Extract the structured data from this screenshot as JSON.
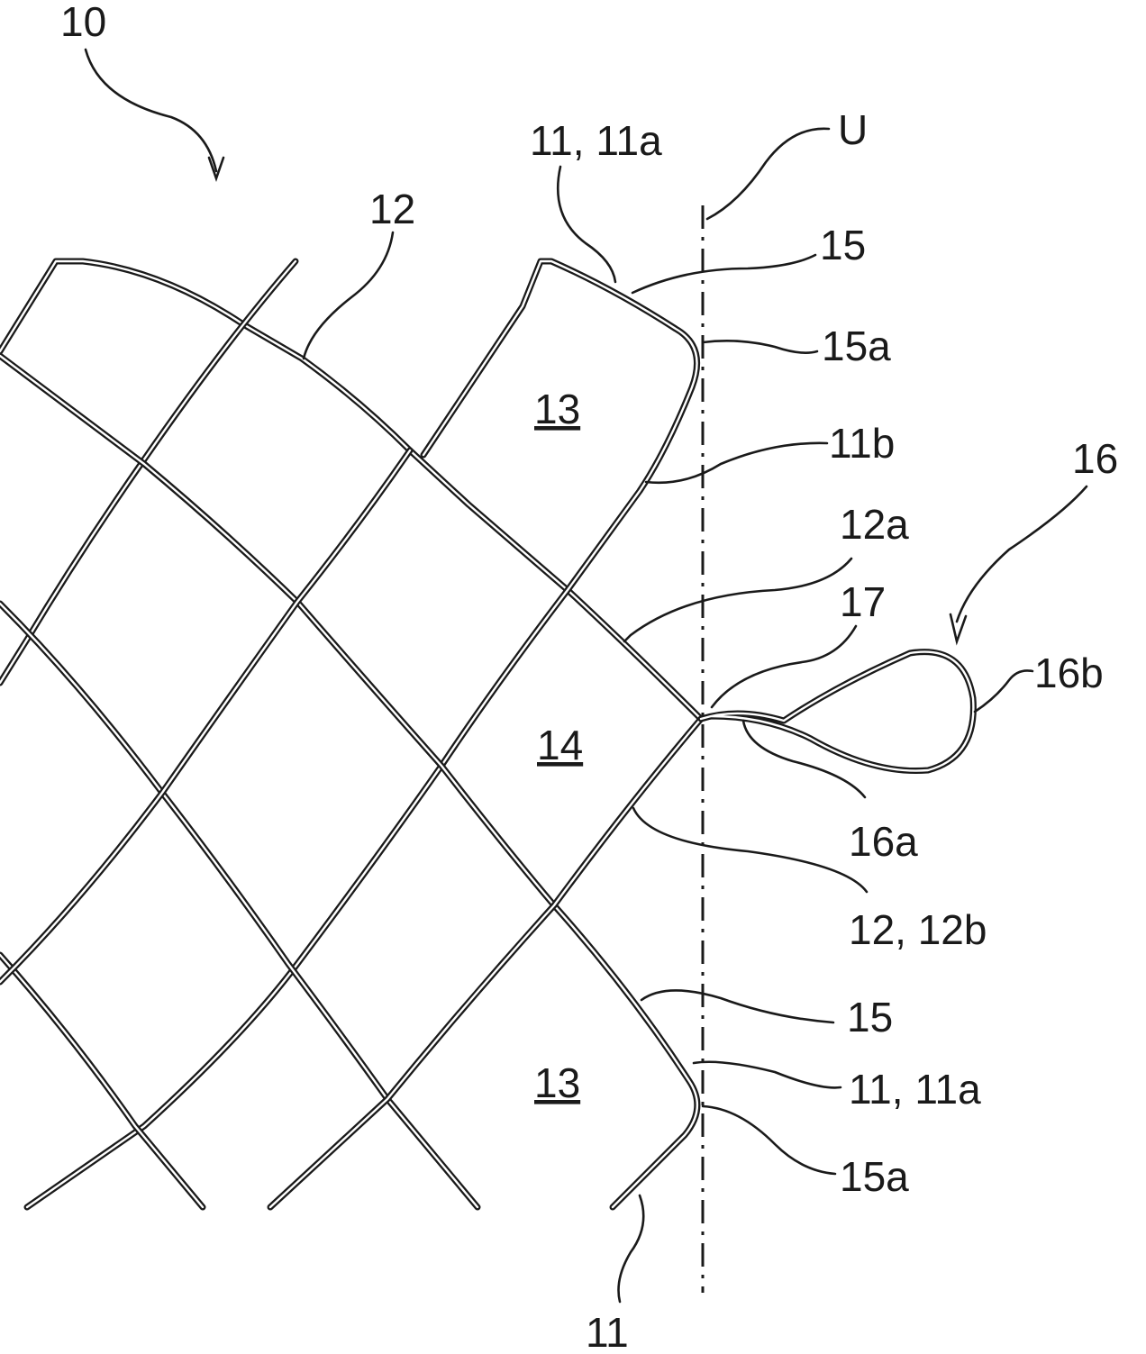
{
  "figure": {
    "labels": {
      "ref_10": "10",
      "ref_u": "U",
      "ref_11_11a_top": "11, 11a",
      "ref_12_top": "12",
      "ref_15_top": "15",
      "ref_15a_top": "15a",
      "ref_11b": "11b",
      "ref_16": "16",
      "ref_12a": "12a",
      "ref_17": "17",
      "ref_16b": "16b",
      "ref_16a": "16a",
      "ref_12_12b": "12, 12b",
      "ref_15_bottom": "15",
      "ref_11_11a_bottom": "11, 11a",
      "ref_15a_bottom": "15a",
      "ref_11_bottom": "11"
    },
    "cells": {
      "cell_13_top": "13",
      "cell_14": "14",
      "cell_13_bottom": "13"
    }
  }
}
